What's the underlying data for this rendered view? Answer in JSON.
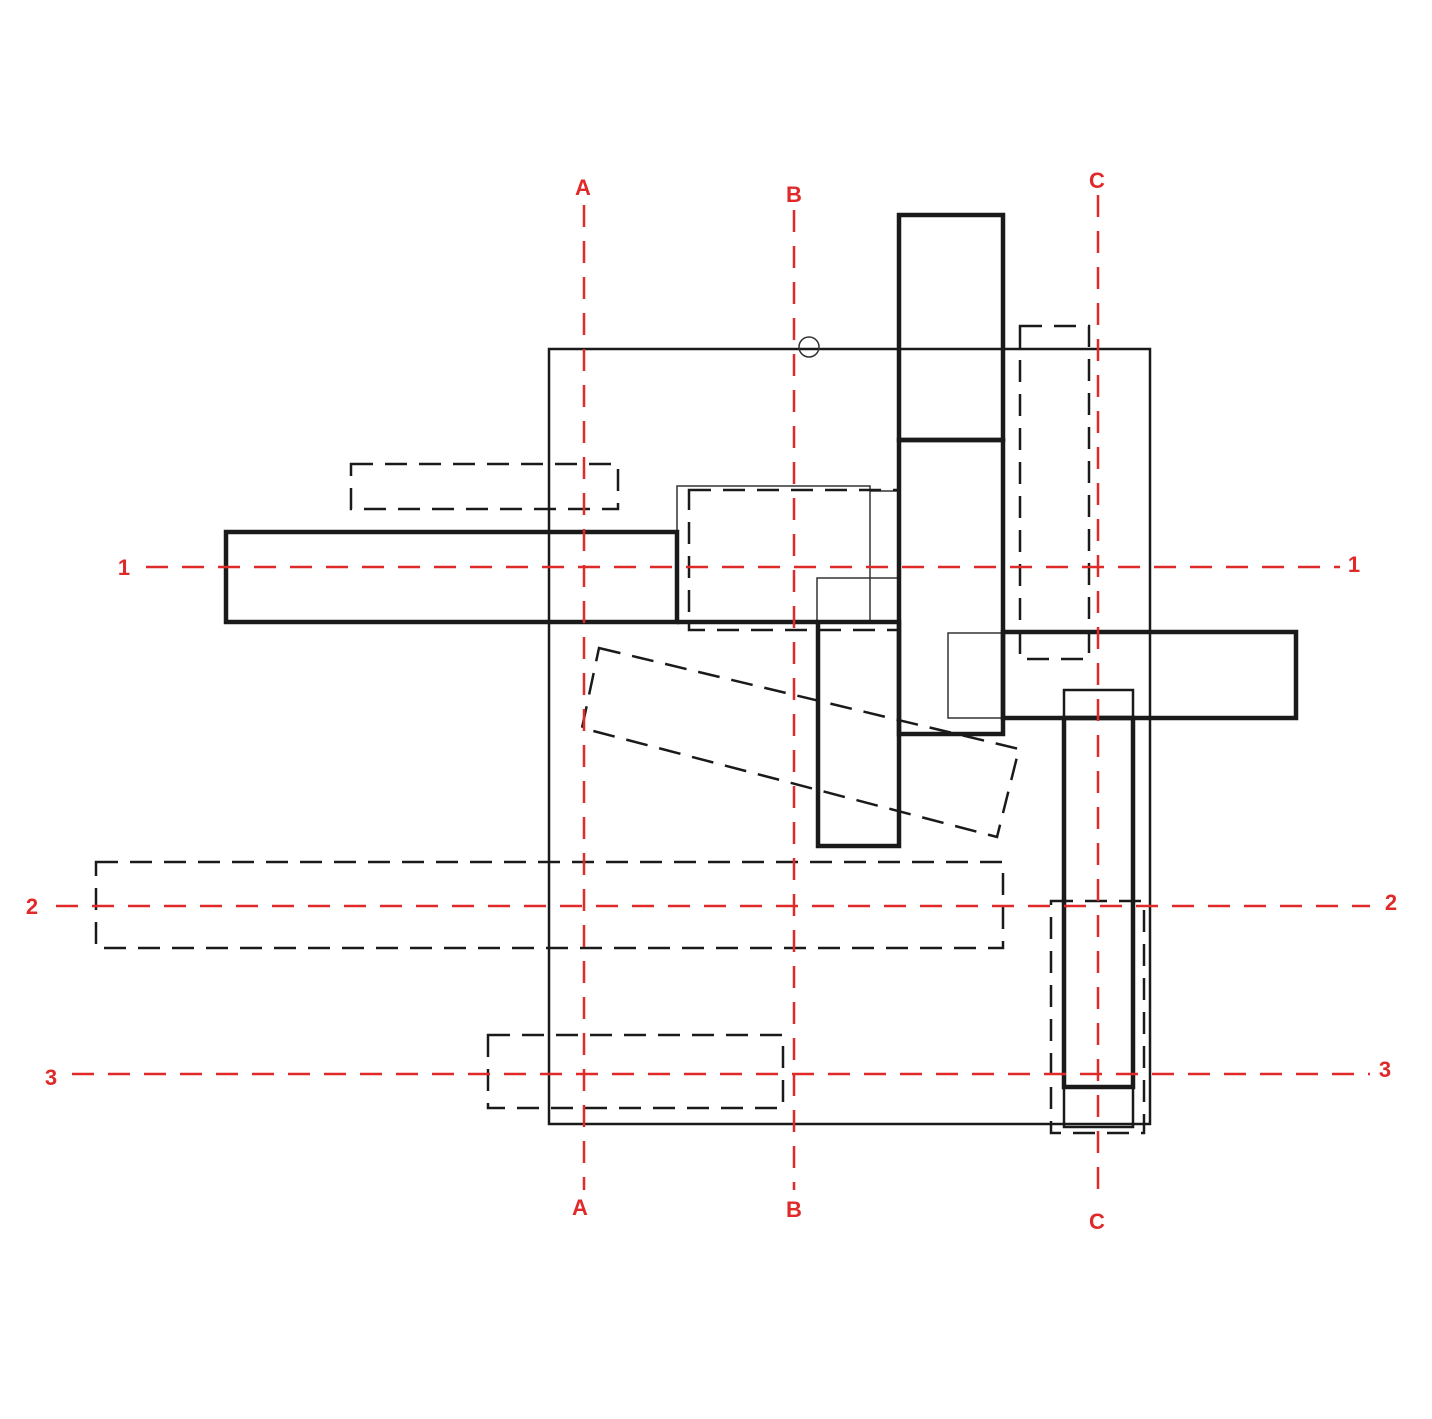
{
  "grid_color": "#e02a2a",
  "line_color": "#1a1a1a",
  "grid": {
    "A": {
      "label_top": "A",
      "label_bottom": "A"
    },
    "B": {
      "label_top": "B",
      "label_bottom": "B"
    },
    "C": {
      "label_top": "C",
      "label_bottom": "C"
    },
    "row1": {
      "label_left": "1",
      "label_right": "1"
    },
    "row2": {
      "label_left": "2",
      "label_right": "2"
    },
    "row3": {
      "label_left": "3",
      "label_right": "3"
    }
  }
}
